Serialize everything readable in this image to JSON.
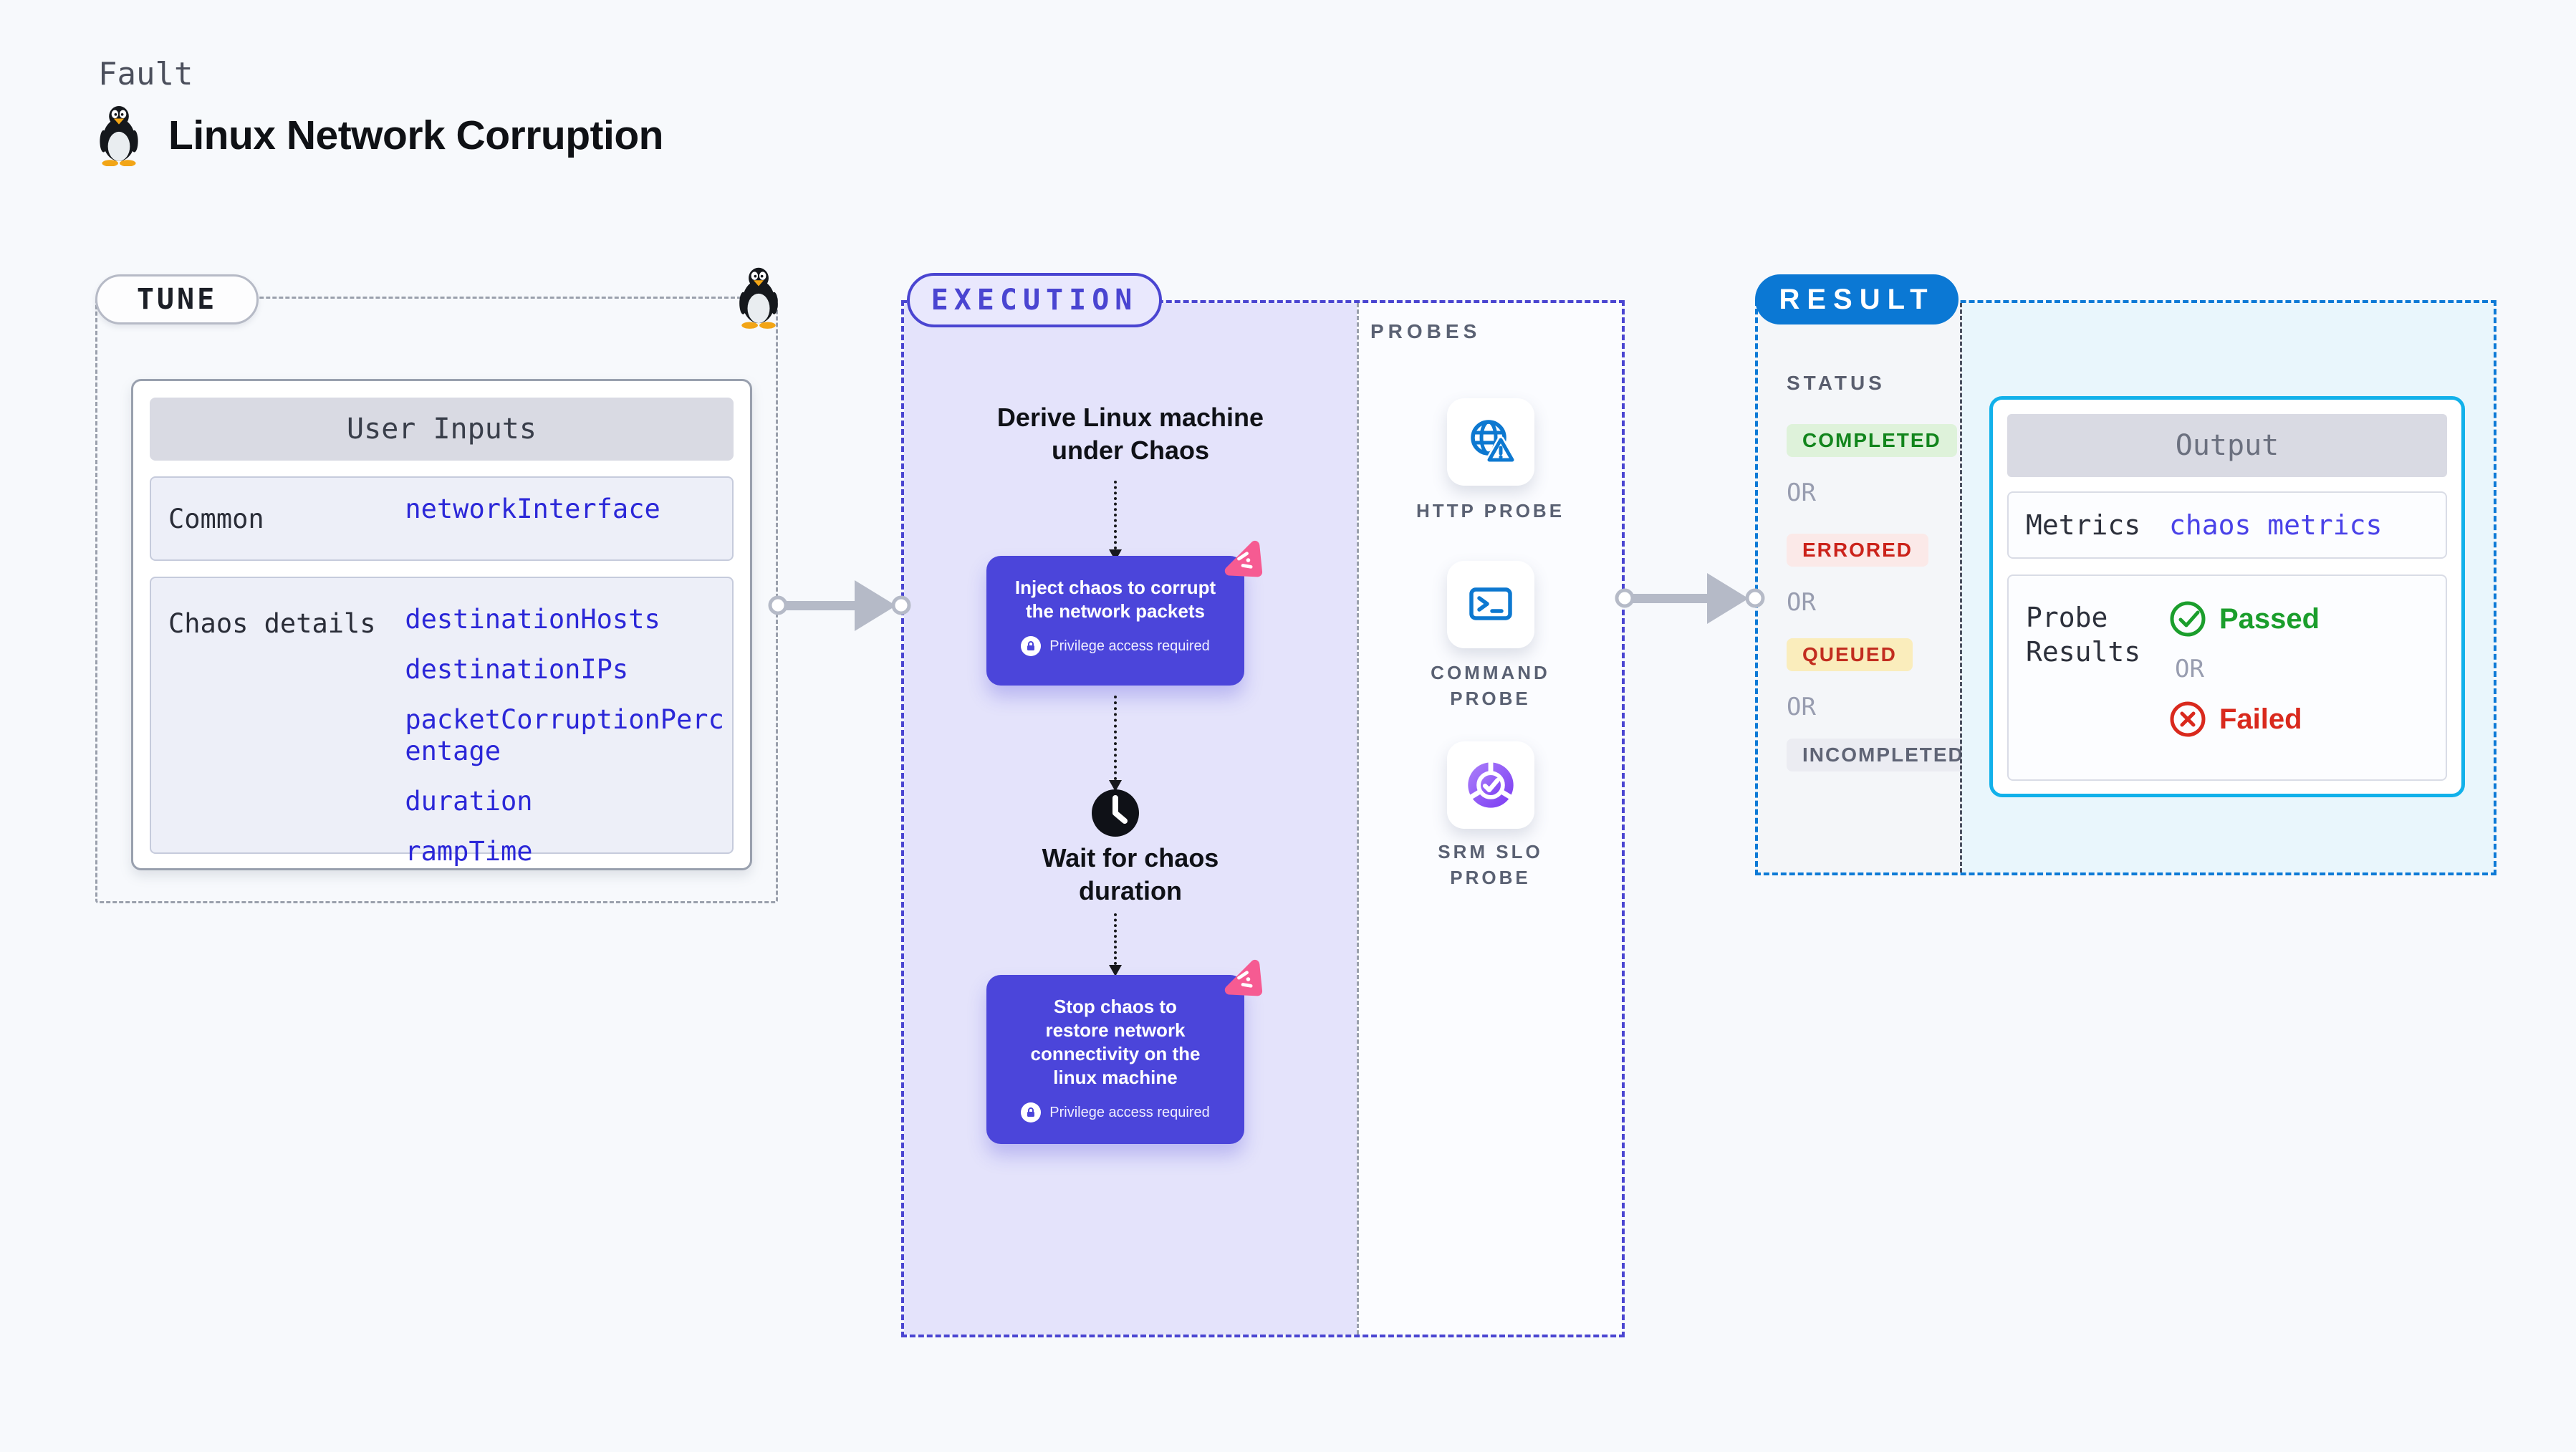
{
  "header": {
    "eyebrow": "Fault",
    "title": "Linux Network Corruption"
  },
  "tune": {
    "badge": "TUNE",
    "user_inputs": {
      "header": "User Inputs",
      "rows": [
        {
          "label": "Common",
          "values": [
            "networkInterface"
          ]
        },
        {
          "label": "Chaos details",
          "values": [
            "destinationHosts",
            "destinationIPs",
            "packetCorruptionPercentage",
            "duration",
            "rampTime"
          ]
        }
      ]
    }
  },
  "execution": {
    "badge": "EXECUTION",
    "derive_step": "Derive Linux machine under Chaos",
    "inject_step": {
      "title": "Inject chaos to corrupt the network packets",
      "note": "Privilege access required"
    },
    "wait_step": "Wait for chaos duration",
    "stop_step": {
      "title": "Stop chaos to restore network connectivity on the linux machine",
      "note": "Privilege access required"
    },
    "probes": {
      "heading": "PROBES",
      "items": [
        {
          "label": "HTTP PROBE",
          "icon": "globe-alert-icon"
        },
        {
          "label": "COMMAND PROBE",
          "icon": "terminal-icon"
        },
        {
          "label": "SRM SLO PROBE",
          "icon": "slo-donut-check-icon"
        }
      ]
    }
  },
  "result": {
    "badge": "RESULT",
    "status": {
      "heading": "STATUS",
      "or": "OR",
      "items": [
        {
          "label": "COMPLETED",
          "kind": "completed"
        },
        {
          "label": "ERRORED",
          "kind": "errored"
        },
        {
          "label": "QUEUED",
          "kind": "queued"
        },
        {
          "label": "INCOMPLETED",
          "kind": "incompleted"
        }
      ]
    },
    "output": {
      "header": "Output",
      "rows": {
        "metrics_label": "Metrics",
        "metrics_value": "chaos metrics",
        "probe_label": "Probe Results",
        "passed": "Passed",
        "or": "OR",
        "failed": "Failed"
      }
    }
  },
  "icons": {
    "penguin": "tux-penguin-icon",
    "lock": "lock-icon",
    "clock": "clock-icon",
    "chaos_step": "chaos-logo-icon",
    "http_probe": "globe-alert-icon",
    "command_probe": "terminal-icon",
    "srm_probe": "slo-donut-check-icon",
    "passed": "check-circle-icon",
    "failed": "x-circle-icon"
  },
  "colors": {
    "page_bg": "#f7f9fc",
    "indigo": "#4a45d1",
    "exec_area_bg": "#e4e3fb",
    "chaos_card": "#4b45da",
    "pink_accent": "#f65b92",
    "result_blue": "#0b78d4",
    "cyan_border": "#12b1ea",
    "cyan_bg": "#e9f6fc",
    "value_blue": "#2b27d8",
    "metrics_violet": "#4a42e8",
    "passed_green": "#1b9e2c",
    "failed_red": "#d9291d",
    "arrow_gray": "#b5bac7",
    "probe_icon_blue": "#0d78d0"
  }
}
